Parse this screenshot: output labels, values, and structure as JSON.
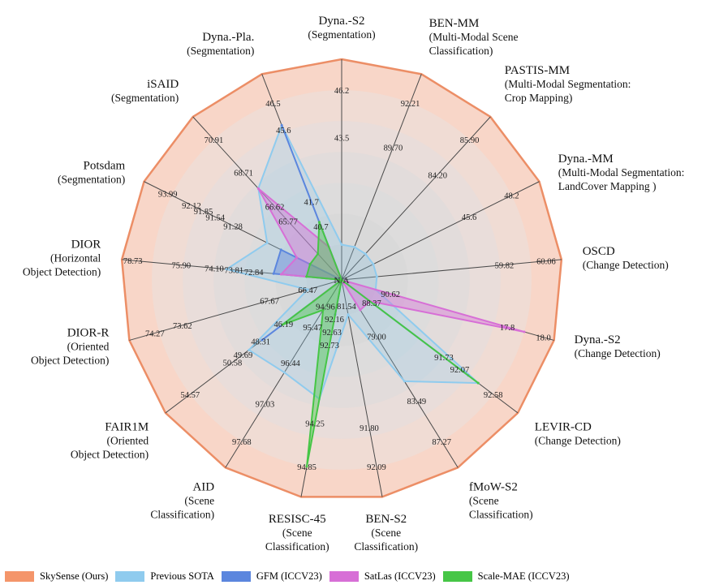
{
  "chart_data": {
    "type": "radar",
    "center_label": "N/A",
    "axes": [
      {
        "name": "Dyna.-S2",
        "sub": [
          "(Segmentation)"
        ]
      },
      {
        "name": "BEN-MM",
        "sub": [
          "(Multi-Modal Scene",
          "Classification)"
        ]
      },
      {
        "name": "PASTIS-MM",
        "sub": [
          "(Multi-Modal Segmentation:",
          "Crop Mapping)"
        ]
      },
      {
        "name": "Dyna.-MM",
        "sub": [
          "(Multi-Modal Segmentation:",
          "LandCover Mapping )"
        ]
      },
      {
        "name": "OSCD",
        "sub": [
          "(Change Detection)"
        ]
      },
      {
        "name": "Dyna.-S2",
        "sub": [
          "(Change Detection)"
        ]
      },
      {
        "name": "LEVIR-CD",
        "sub": [
          "(Change Detection)"
        ]
      },
      {
        "name": "fMoW-S2",
        "sub": [
          "(Scene",
          "Classification)"
        ]
      },
      {
        "name": "BEN-S2",
        "sub": [
          "(Scene",
          "Classification)"
        ]
      },
      {
        "name": "RESISC-45",
        "sub": [
          "(Scene",
          "Classification)"
        ]
      },
      {
        "name": "AID",
        "sub": [
          "(Scene",
          "Classification)"
        ]
      },
      {
        "name": "FAIR1M",
        "sub": [
          "(Oriented",
          "Object Detection)"
        ]
      },
      {
        "name": "DIOR-R",
        "sub": [
          "(Oriented",
          "Object Detection)"
        ]
      },
      {
        "name": "DIOR",
        "sub": [
          "(Horizontal",
          "Object Detection)"
        ]
      },
      {
        "name": "Potsdam",
        "sub": [
          "(Segmentation)"
        ]
      },
      {
        "name": "iSAID",
        "sub": [
          "(Segmentation)"
        ]
      },
      {
        "name": "Dyna.-Pla.",
        "sub": [
          "(Segmentation)"
        ]
      }
    ],
    "series": [
      {
        "name": "SkySense (Ours)",
        "color": "#f4956a",
        "values": [
          46.2,
          92.21,
          85.9,
          48.2,
          60.06,
          18.0,
          92.58,
          87.27,
          92.09,
          94.85,
          97.68,
          54.57,
          74.27,
          78.73,
          93.99,
          70.91,
          46.5
        ]
      },
      {
        "name": "Previous SOTA",
        "color": "#8fcbee",
        "values": [
          43.5,
          89.7,
          84.2,
          45.6,
          59.82,
          17.8,
          92.07,
          83.49,
          91.8,
          94.25,
          97.03,
          50.58,
          73.62,
          75.9,
          92.12,
          68.71,
          45.6
        ]
      },
      {
        "name": "GFM (ICCV23)",
        "color": "#5b86de",
        "values": [
          null,
          null,
          null,
          null,
          null,
          null,
          91.73,
          null,
          null,
          92.73,
          null,
          49.69,
          null,
          74.1,
          91.85,
          null,
          45.6
        ]
      },
      {
        "name": "SatLas (ICCV23)",
        "color": "#d76fd6",
        "values": [
          null,
          null,
          null,
          null,
          null,
          90.62,
          88.37,
          79.0,
          null,
          null,
          null,
          46.19,
          null,
          73.81,
          91.54,
          68.71,
          40.7
        ]
      },
      {
        "name": "Scale-MAE (ICCV23)",
        "color": "#46c646",
        "values": [
          null,
          null,
          null,
          null,
          null,
          null,
          92.07,
          null,
          null,
          95.47,
          96.44,
          48.31,
          null,
          72.84,
          91.28,
          65.77,
          41.7
        ]
      }
    ],
    "value_labels": [
      {
        "axis": 0,
        "ring": 0.86,
        "text": "46.2"
      },
      {
        "axis": 0,
        "ring": 0.645,
        "text": "43.5"
      },
      {
        "axis": 1,
        "ring": 0.86,
        "text": "92.21"
      },
      {
        "axis": 1,
        "ring": 0.645,
        "text": "89.70"
      },
      {
        "axis": 2,
        "ring": 0.86,
        "text": "85.90"
      },
      {
        "axis": 2,
        "ring": 0.645,
        "text": "84.20"
      },
      {
        "axis": 3,
        "ring": 0.86,
        "text": "48.2"
      },
      {
        "axis": 3,
        "ring": 0.645,
        "text": "45.6"
      },
      {
        "axis": 4,
        "ring": 0.93,
        "text": "60.06"
      },
      {
        "axis": 4,
        "ring": 0.74,
        "text": "59.82"
      },
      {
        "axis": 5,
        "ring": 0.95,
        "text": "18.0"
      },
      {
        "axis": 5,
        "ring": 0.78,
        "text": "17.8"
      },
      {
        "axis": 5,
        "ring": 0.23,
        "text": "90.62"
      },
      {
        "axis": 6,
        "ring": 0.86,
        "text": "92.58"
      },
      {
        "axis": 6,
        "ring": 0.67,
        "text": "92.07"
      },
      {
        "axis": 6,
        "ring": 0.58,
        "text": "91.73"
      },
      {
        "axis": 6,
        "ring": 0.17,
        "text": "88.37"
      },
      {
        "axis": 7,
        "ring": 0.86,
        "text": "87.27"
      },
      {
        "axis": 7,
        "ring": 0.645,
        "text": "83.49"
      },
      {
        "axis": 7,
        "ring": 0.3,
        "text": "79.00"
      },
      {
        "axis": 8,
        "ring": 0.86,
        "text": "92.09"
      },
      {
        "axis": 8,
        "ring": 0.68,
        "text": "91.80"
      },
      {
        "axis": 8,
        "ring": 0.12,
        "text": "81.54"
      },
      {
        "axis": 9,
        "ring": 0.86,
        "text": "94.85"
      },
      {
        "axis": 9,
        "ring": 0.66,
        "text": "94.25"
      },
      {
        "axis": 9,
        "ring": 0.3,
        "text": "92.73"
      },
      {
        "axis": 9,
        "ring": 0.24,
        "text": "92.63"
      },
      {
        "axis": 9,
        "ring": 0.18,
        "text": "92.16"
      },
      {
        "axis": 10,
        "ring": 0.86,
        "text": "97.68"
      },
      {
        "axis": 10,
        "ring": 0.66,
        "text": "97.03"
      },
      {
        "axis": 10,
        "ring": 0.44,
        "text": "96.44"
      },
      {
        "axis": 10,
        "ring": 0.25,
        "text": "95.47"
      },
      {
        "axis": 10,
        "ring": 0.14,
        "text": "94.96"
      },
      {
        "axis": 11,
        "ring": 0.86,
        "text": "54.57"
      },
      {
        "axis": 11,
        "ring": 0.62,
        "text": "50.58"
      },
      {
        "axis": 11,
        "ring": 0.56,
        "text": "49.69"
      },
      {
        "axis": 11,
        "ring": 0.46,
        "text": "48.31"
      },
      {
        "axis": 11,
        "ring": 0.33,
        "text": "46.19"
      },
      {
        "axis": 12,
        "ring": 0.88,
        "text": "74.27"
      },
      {
        "axis": 12,
        "ring": 0.75,
        "text": "73.62"
      },
      {
        "axis": 12,
        "ring": 0.34,
        "text": "67.67"
      },
      {
        "axis": 12,
        "ring": 0.16,
        "text": "66.47"
      },
      {
        "axis": 13,
        "ring": 0.95,
        "text": "78.73"
      },
      {
        "axis": 13,
        "ring": 0.73,
        "text": "75.90"
      },
      {
        "axis": 13,
        "ring": 0.58,
        "text": "74.10"
      },
      {
        "axis": 13,
        "ring": 0.49,
        "text": "73.81"
      },
      {
        "axis": 13,
        "ring": 0.4,
        "text": "72.84"
      },
      {
        "axis": 14,
        "ring": 0.88,
        "text": "93.99"
      },
      {
        "axis": 14,
        "ring": 0.76,
        "text": "92.12"
      },
      {
        "axis": 14,
        "ring": 0.7,
        "text": "91.85"
      },
      {
        "axis": 14,
        "ring": 0.64,
        "text": "91.54"
      },
      {
        "axis": 14,
        "ring": 0.55,
        "text": "91.28"
      },
      {
        "axis": 15,
        "ring": 0.86,
        "text": "70.91"
      },
      {
        "axis": 15,
        "ring": 0.66,
        "text": "68.71"
      },
      {
        "axis": 15,
        "ring": 0.45,
        "text": "66.62"
      },
      {
        "axis": 15,
        "ring": 0.36,
        "text": "65.77"
      },
      {
        "axis": 16,
        "ring": 0.86,
        "text": "46.5"
      },
      {
        "axis": 16,
        "ring": 0.73,
        "text": "45.6"
      },
      {
        "axis": 16,
        "ring": 0.38,
        "text": "41.7"
      },
      {
        "axis": 16,
        "ring": 0.26,
        "text": "40.7"
      }
    ]
  },
  "legend": [
    {
      "label": "SkySense (Ours)",
      "color": "#f4956a"
    },
    {
      "label": "Previous SOTA",
      "color": "#8fcbee"
    },
    {
      "label": "GFM (ICCV23)",
      "color": "#5b86de"
    },
    {
      "label": "SatLas (ICCV23)",
      "color": "#d76fd6"
    },
    {
      "label": "Scale-MAE (ICCV23)",
      "color": "#46c646"
    }
  ]
}
